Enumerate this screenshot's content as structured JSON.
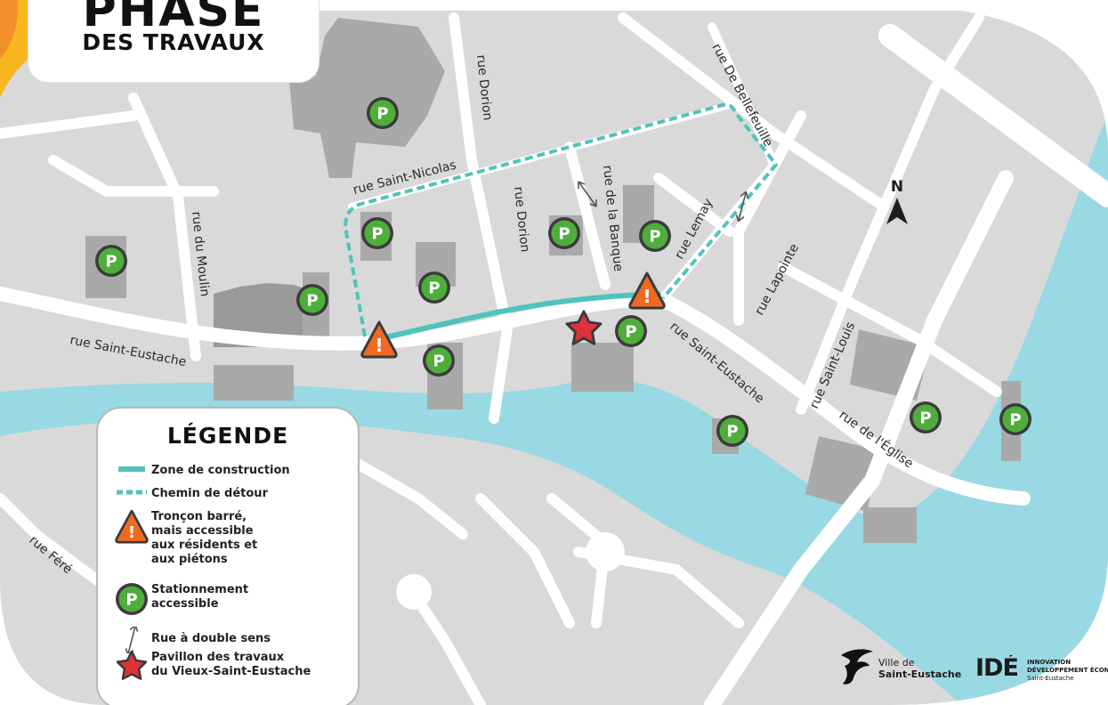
{
  "title": {
    "line1": "PHASE",
    "line2": "DES TRAVAUX"
  },
  "streets": {
    "dorion_north": "rue Dorion",
    "dorion_south": "rue Dorion",
    "saint_nicolas": "rue Saint-Nicolas",
    "de_la_banque": "rue de la Banque",
    "de_bellefeuille": "rue De Bellefeuille",
    "lemay": "rue Lemay",
    "lapointe": "rue Lapointe",
    "du_moulin": "rue du Moulin",
    "saint_eustache_west": "rue Saint-Eustache",
    "saint_eustache_east": "rue Saint-Eustache",
    "saint_louis": "rue Saint-Louis",
    "de_l_eglise": "rue de l'Église",
    "fere": "rue  Féré"
  },
  "north_label": "N",
  "parking_symbol": "P",
  "warning_symbol": "!",
  "legend": {
    "title": "LÉGENDE",
    "items": [
      {
        "symbol": "construction-line",
        "text": "Zone de construction"
      },
      {
        "symbol": "detour-line",
        "text": "Chemin de détour"
      },
      {
        "symbol": "warning",
        "text": "Tronçon barré,\nmais accessible\naux résidents et\naux piétons"
      },
      {
        "symbol": "parking",
        "text": "Stationnement\naccessible"
      },
      {
        "symbol": "two-way",
        "text": "Rue à double sens"
      },
      {
        "symbol": "star",
        "text": "Pavillon des travaux\ndu Vieux-Saint-Eustache"
      }
    ]
  },
  "logos": {
    "ville_line1": "Ville de",
    "ville_line2": "Saint-Eustache",
    "ide_mark": "IDÉ",
    "ide_line1": "INNOVATION",
    "ide_line2": "DÉVELOPPEMENT ÉCONOMIQUE",
    "ide_line3": "Saint-Eustache"
  },
  "colors": {
    "construction": "#4fc3bc",
    "detour": "#4fc3bc",
    "warning": "#ef6a22",
    "parking": "#4fae3b",
    "parking_ring": "#3b3b3b",
    "star": "#e0313a",
    "water": "#98d9e4",
    "land": "#d8d8d8",
    "building": "#a8a8a8",
    "sun": "#f8b61f"
  }
}
